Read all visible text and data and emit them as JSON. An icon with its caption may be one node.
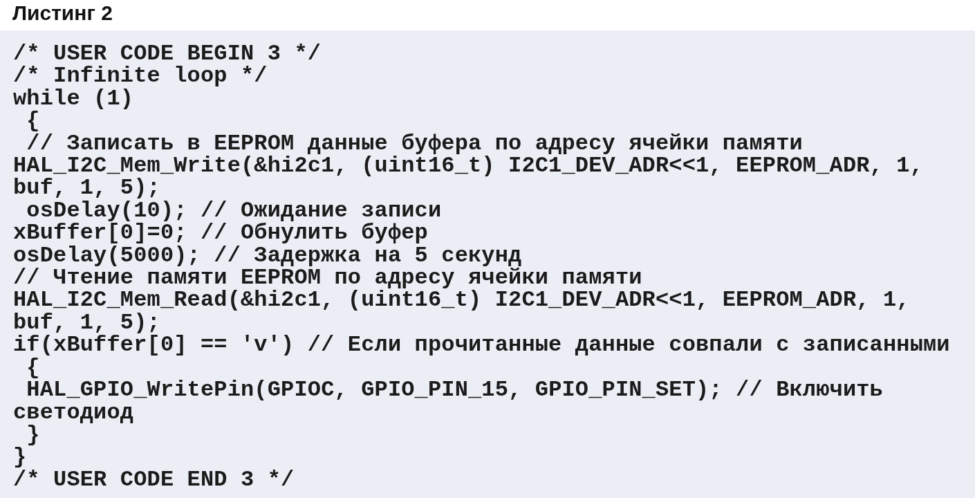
{
  "diagram": {
    "title": "Листинг 2",
    "labels": [
      "/* USER CODE BEGIN 3 */",
      "/* Infinite loop */",
      "while (1)",
      " {",
      " // Записать в EEPROM данные буфера по адресу ячейки памяти",
      "HAL_I2C_Mem_Write(&hi2c1, (uint16_t) I2C1_DEV_ADR<<1, EEPROM_ADR, 1, buf, 1, 5);",
      " osDelay(10); // Ожидание записи",
      "xBuffer[0]=0; // Обнулить буфер",
      "osDelay(5000); // Задержка на 5 секунд",
      "// Чтение памяти EEPROM по адресу ячейки памяти",
      "HAL_I2C_Mem_Read(&hi2c1, (uint16_t) I2C1_DEV_ADR<<1, EEPROM_ADR, 1, buf, 1, 5);",
      "if(xBuffer[0] == 'v') // Если прочитанные данные совпали с записанными",
      " {",
      " HAL_GPIO_WritePin(GPIOC, GPIO_PIN_15, GPIO_PIN_SET); // Включить светодиод",
      " }",
      "}",
      "/* USER CODE END 3 */"
    ]
  }
}
